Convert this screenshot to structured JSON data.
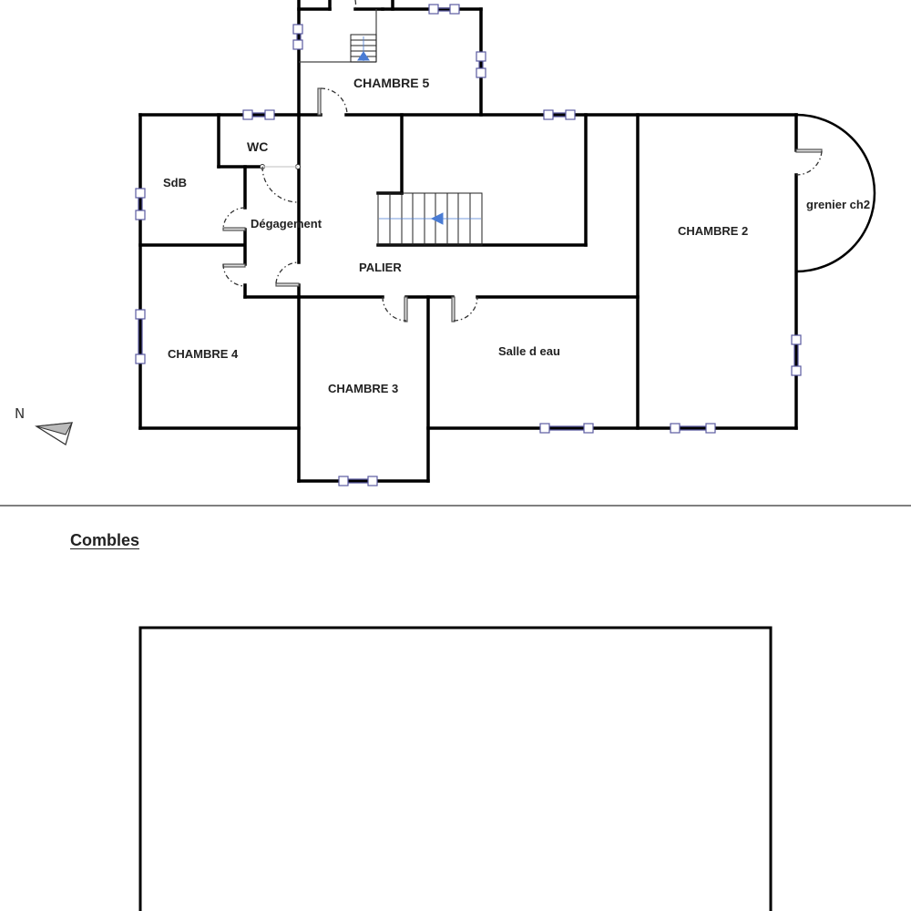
{
  "floor_plan": {
    "level_label": "",
    "rooms": [
      {
        "id": "chambre5",
        "label": "CHAMBRE 5"
      },
      {
        "id": "wc",
        "label": "WC"
      },
      {
        "id": "sdb",
        "label": "SdB"
      },
      {
        "id": "degagement",
        "label": "Dégagement"
      },
      {
        "id": "palier",
        "label": "PALIER"
      },
      {
        "id": "chambre2",
        "label": "CHAMBRE 2"
      },
      {
        "id": "grenier",
        "label": "grenier ch2"
      },
      {
        "id": "chambre4",
        "label": "CHAMBRE 4"
      },
      {
        "id": "chambre3",
        "label": "CHAMBRE 3"
      },
      {
        "id": "salle_eau",
        "label": "Salle d eau"
      }
    ],
    "compass": {
      "label": "N"
    }
  },
  "attic": {
    "title": "Combles"
  },
  "colors": {
    "wall": "#000000",
    "window": "#5a5aa0",
    "stair_arrow": "#4a7cd4"
  }
}
